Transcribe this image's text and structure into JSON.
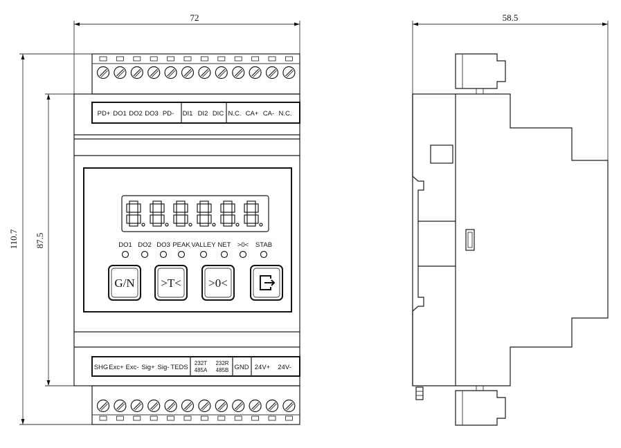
{
  "dimensions": {
    "front_width": "72",
    "side_depth": "58.5",
    "total_height": "110.7",
    "body_height": "87.5"
  },
  "top_terminal_labels": [
    "PD+",
    "DO1",
    "DO2",
    "DO3",
    "PD-",
    "DI1",
    "DI2",
    "DIC",
    "N.C.",
    "CA+",
    "CA-",
    "N.C."
  ],
  "bottom_terminal_labels": [
    {
      "lines": [
        "SHG"
      ]
    },
    {
      "lines": [
        "Exc+"
      ]
    },
    {
      "lines": [
        "Exc-"
      ]
    },
    {
      "lines": [
        "Sig+"
      ]
    },
    {
      "lines": [
        "Sig-"
      ]
    },
    {
      "lines": [
        "TEDS"
      ]
    },
    {
      "lines": [
        "232T",
        "485A"
      ]
    },
    {
      "lines": [
        "232R",
        "485B"
      ]
    },
    {
      "lines": [
        "GND"
      ]
    },
    {
      "lines": [
        "24V+"
      ]
    },
    {
      "lines": [
        "24V-"
      ]
    }
  ],
  "indicators": [
    "DO1",
    "DO2",
    "DO3",
    "PEAK",
    "VALLEY",
    "NET",
    ">0<",
    "STAB"
  ],
  "keys": [
    {
      "label": "G/N",
      "icon": "text"
    },
    {
      "label": ">T<",
      "icon": "text"
    },
    {
      "label": ">0<",
      "icon": "text"
    },
    {
      "label": "",
      "icon": "enter-icon"
    }
  ],
  "display_digits": 6
}
